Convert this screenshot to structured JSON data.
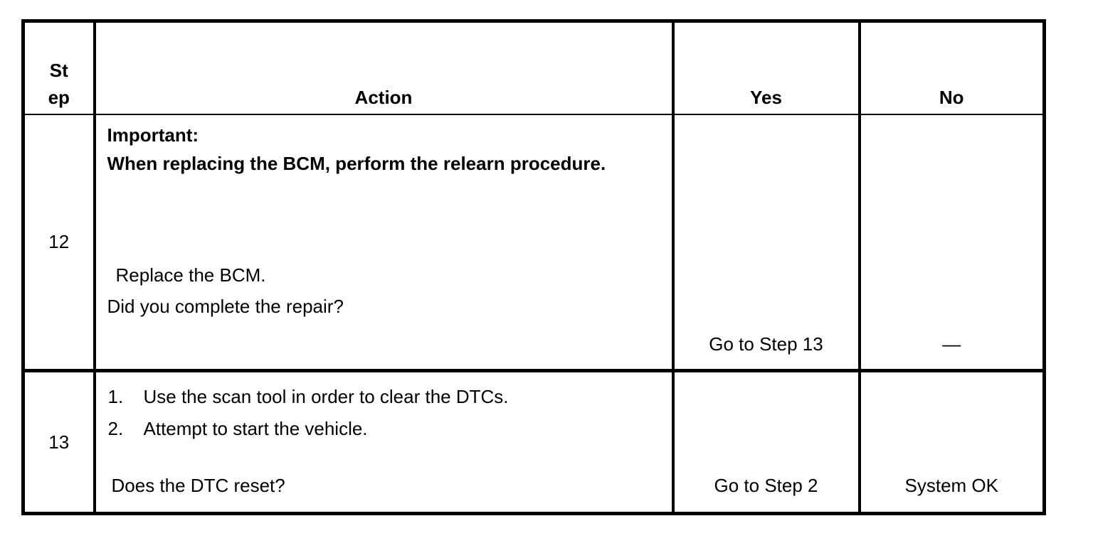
{
  "page": {
    "background": "#ffffff",
    "text_color": "#000000",
    "border_color": "#000000"
  },
  "table": {
    "headers": {
      "step": "St\nep",
      "action": "Action",
      "yes": "Yes",
      "no": "No"
    },
    "rows": [
      {
        "step": "12",
        "important_label": "Important:",
        "important_text": "When replacing the BCM, perform the relearn procedure.",
        "instruction": "Replace the BCM.",
        "question": "Did you complete the repair?",
        "yes": "Go to Step 13",
        "no": "—"
      },
      {
        "step": "13",
        "numbered_steps": [
          {
            "num": "1.",
            "text": "Use the scan tool in order to clear the DTCs."
          },
          {
            "num": "2.",
            "text": "Attempt to start the vehicle."
          }
        ],
        "question": "Does the DTC reset?",
        "yes": "Go to Step 2",
        "no": "System OK"
      }
    ]
  }
}
